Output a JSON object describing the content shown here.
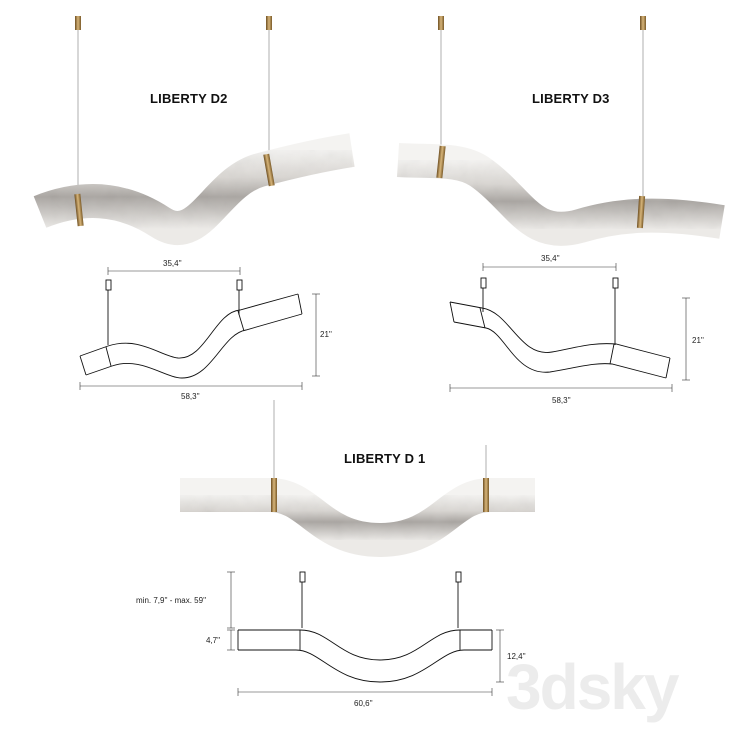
{
  "products": {
    "d2": {
      "title": "LIBERTY D2",
      "width": "35,4''",
      "height": "21''",
      "length": "58,3''"
    },
    "d3": {
      "title": "LIBERTY D3",
      "width": "35,4''",
      "height": "21''",
      "length": "58,3''"
    },
    "d1": {
      "title": "LIBERTY D 1",
      "suspension": "min. 7,9'' - max. 59''",
      "tube": "4,7''",
      "depth": "12,4''",
      "length": "60,6''"
    }
  },
  "watermark": "3dsky",
  "colors": {
    "alabaster_light": "#efeeec",
    "alabaster_dark": "#9e9a97",
    "brass": "#b08a4e",
    "line": "#111111"
  }
}
